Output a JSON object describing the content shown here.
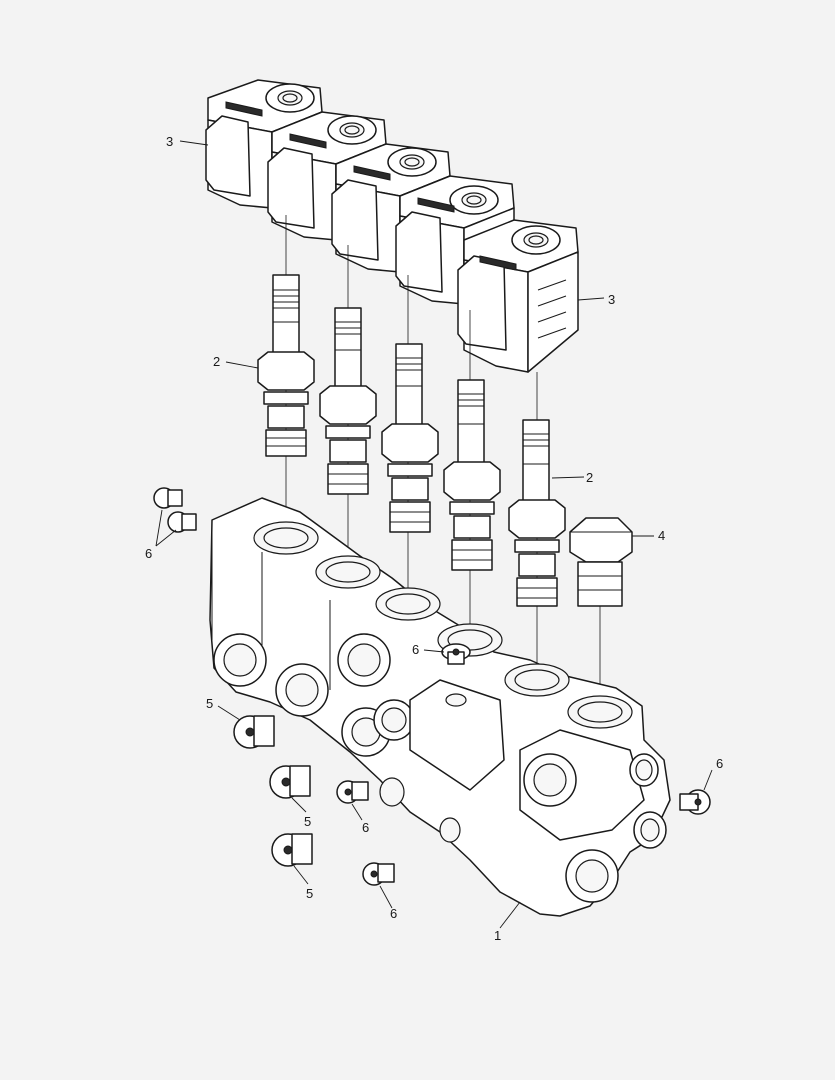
{
  "callouts": [
    {
      "id": "coil-left",
      "label": "3"
    },
    {
      "id": "coil-right",
      "label": "3"
    },
    {
      "id": "cartridge-left",
      "label": "2"
    },
    {
      "id": "cartridge-right",
      "label": "2"
    },
    {
      "id": "plug-cap",
      "label": "4"
    },
    {
      "id": "plug-top-left",
      "label": "6"
    },
    {
      "id": "plug-mid",
      "label": "6"
    },
    {
      "id": "plug-right",
      "label": "6"
    },
    {
      "id": "plug-lower-a",
      "label": "6"
    },
    {
      "id": "plug-lower-b",
      "label": "6"
    },
    {
      "id": "port-plug-a",
      "label": "5"
    },
    {
      "id": "port-plug-b",
      "label": "5"
    },
    {
      "id": "port-plug-c",
      "label": "5"
    },
    {
      "id": "manifold",
      "label": "1"
    }
  ]
}
